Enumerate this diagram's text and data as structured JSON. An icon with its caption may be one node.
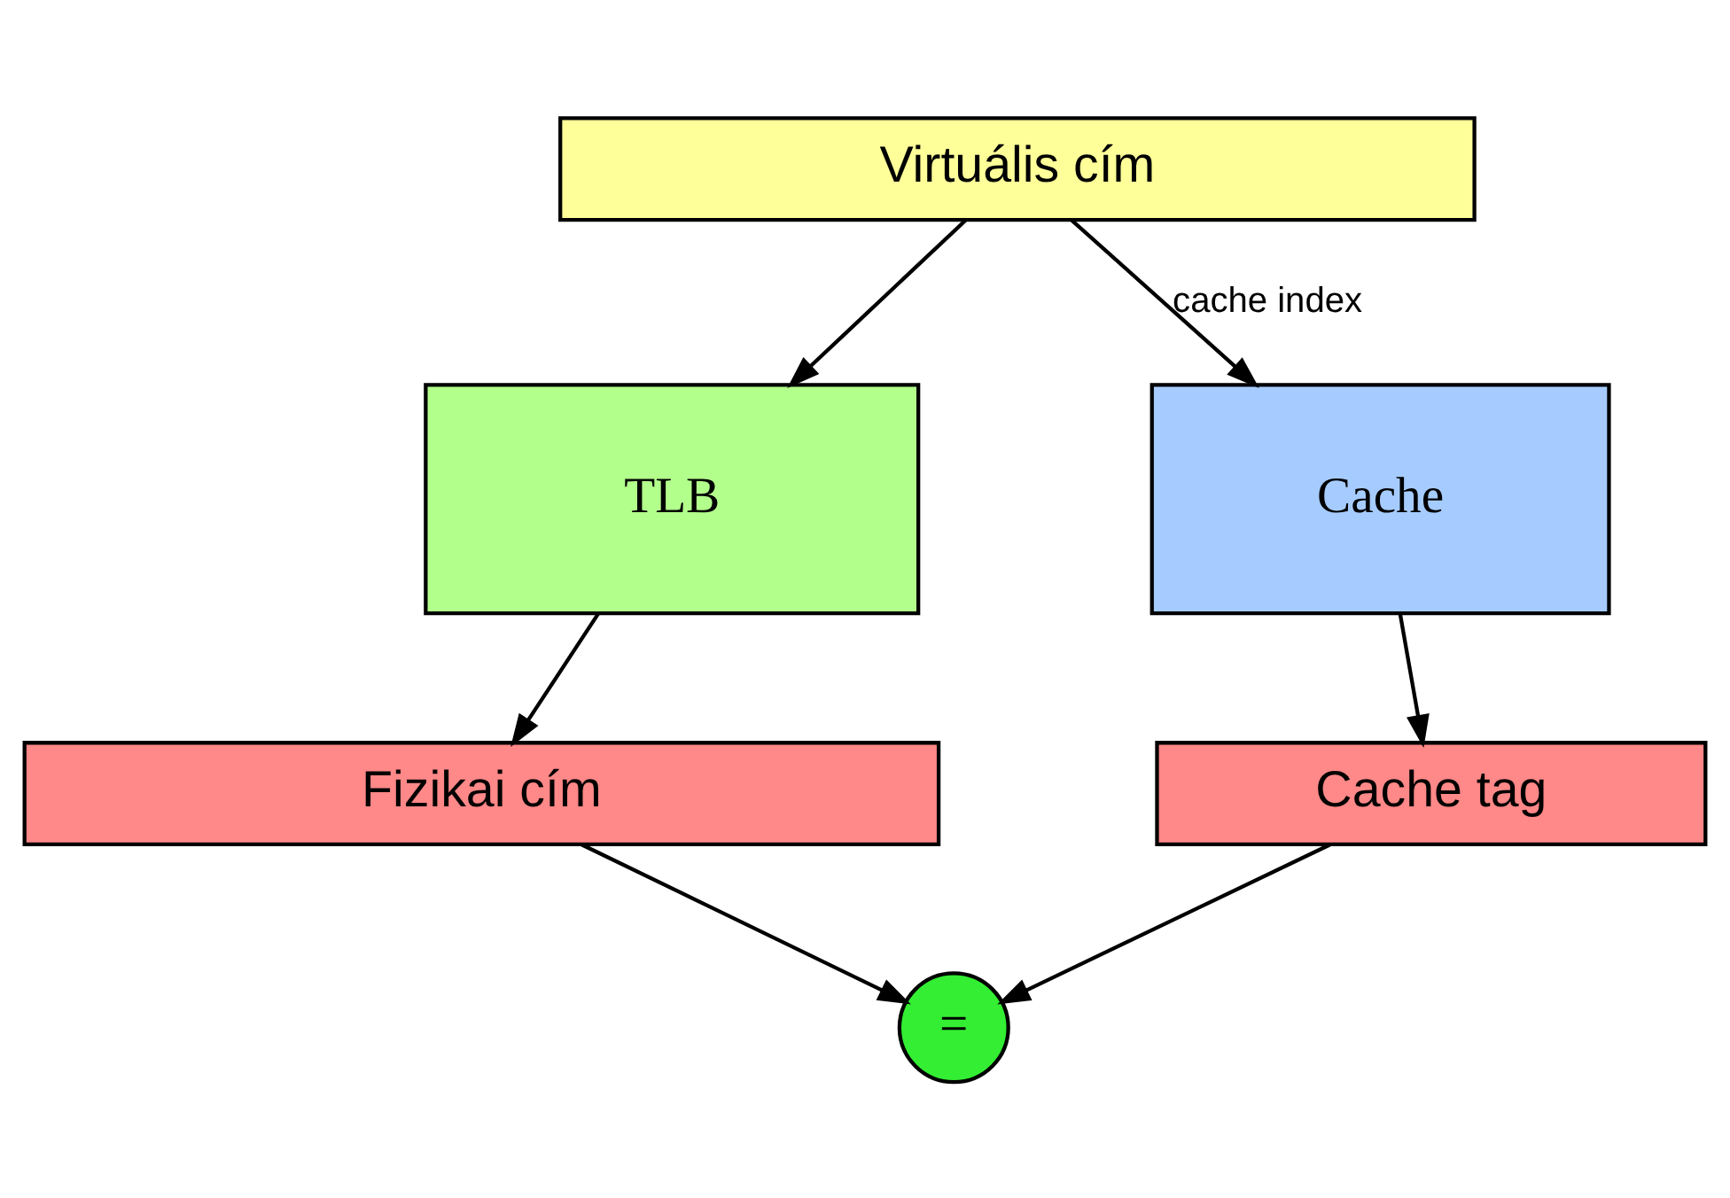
{
  "diagram": {
    "nodes": [
      {
        "text": [
          "Virtuális cím"
        ]
      },
      {
        "text": [
          "TLB"
        ]
      },
      {
        "text": [
          "Cache"
        ]
      },
      {
        "text": [
          "Fizikai cím"
        ]
      },
      {
        "text": [
          "="
        ]
      },
      {
        "text": [
          "Cache tag"
        ]
      }
    ],
    "edges": [
      {
        "from": 0,
        "to": 1,
        "arrow": "to"
      },
      {
        "from": 0,
        "to": 2,
        "arrow": "to",
        "label": "cache index"
      },
      {
        "from": 1,
        "to": 3,
        "arrow": "to"
      },
      {
        "from": 3,
        "to": 4,
        "arrow": "to"
      },
      {
        "from": 5,
        "to": 4,
        "arrow": "to"
      },
      {
        "from": 2,
        "to": 5,
        "arrow": "to"
      }
    ]
  }
}
